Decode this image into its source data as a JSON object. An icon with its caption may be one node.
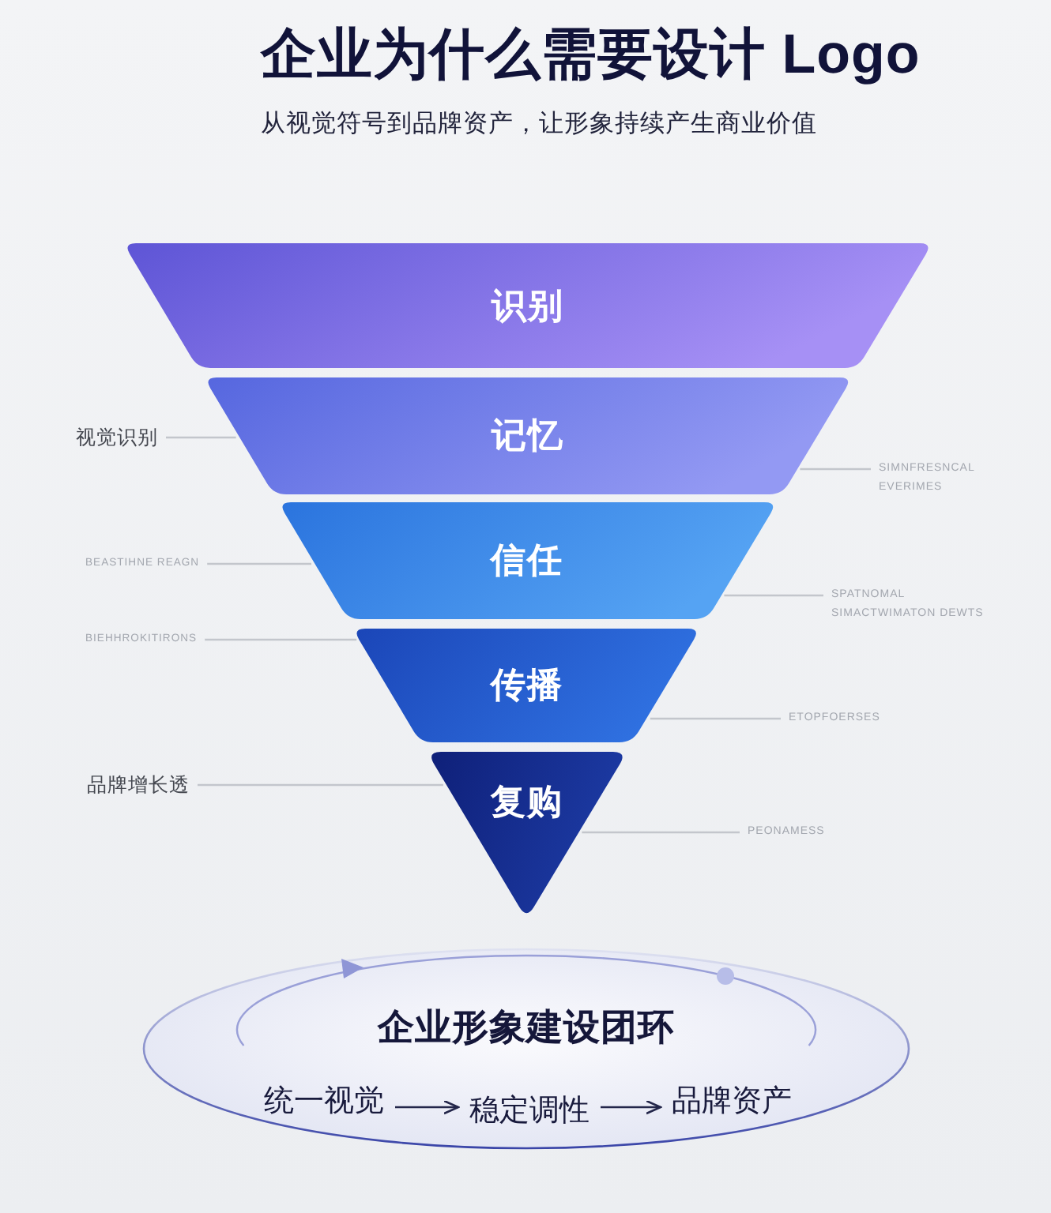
{
  "diagram": {
    "title": "企业为什么需要设计 Logo",
    "nodes": [
      {
        "text": [
          "识别"
        ]
      },
      {
        "text": [
          "记忆"
        ]
      },
      {
        "text": [
          "信任"
        ]
      },
      {
        "text": [
          "传播"
        ]
      },
      {
        "text": [
          "复购"
        ]
      },
      {
        "text": [
          "视觉识别"
        ]
      },
      {
        "text": [
          "SIMNFRESNCAL EVERIMES"
        ]
      },
      {
        "text": [
          "BEASTIHNE REAGN"
        ]
      },
      {
        "text": [
          "SPATNOMAL SIMACTWIMATON DEWTS"
        ]
      },
      {
        "text": [
          "BIEHHROKITIRONS"
        ]
      },
      {
        "text": [
          "ETOPFOERSES"
        ]
      },
      {
        "text": [
          "品牌增长透"
        ]
      },
      {
        "text": [
          "PEONAMESS"
        ]
      },
      {
        "text": [
          "企业形象建设团环"
        ]
      },
      {
        "text": [
          "统一视觉"
        ],
        "in": 13
      },
      {
        "text": [
          "稳定调性"
        ],
        "in": 13
      },
      {
        "text": [
          "品牌资产"
        ],
        "in": 13
      }
    ],
    "edges": [
      {
        "from": 5,
        "to": 1,
        "arrow": "none"
      },
      {
        "from": 6,
        "to": 1,
        "arrow": "none"
      },
      {
        "from": 7,
        "to": 2,
        "arrow": "none"
      },
      {
        "from": 8,
        "to": 2,
        "arrow": "none"
      },
      {
        "from": 9,
        "to": 3,
        "arrow": "none"
      },
      {
        "from": 10,
        "to": 3,
        "arrow": "none"
      },
      {
        "from": 11,
        "to": 4,
        "arrow": "none"
      },
      {
        "from": 12,
        "to": 4,
        "arrow": "none"
      },
      {
        "from": 14,
        "to": 15,
        "arrow": "to",
        "color": "#23264a"
      },
      {
        "from": 15,
        "to": 16,
        "arrow": "to",
        "color": "#23264a"
      }
    ],
    "labels": [
      "从视觉符号到品牌资产，让形象持续产生商业价值"
    ]
  }
}
